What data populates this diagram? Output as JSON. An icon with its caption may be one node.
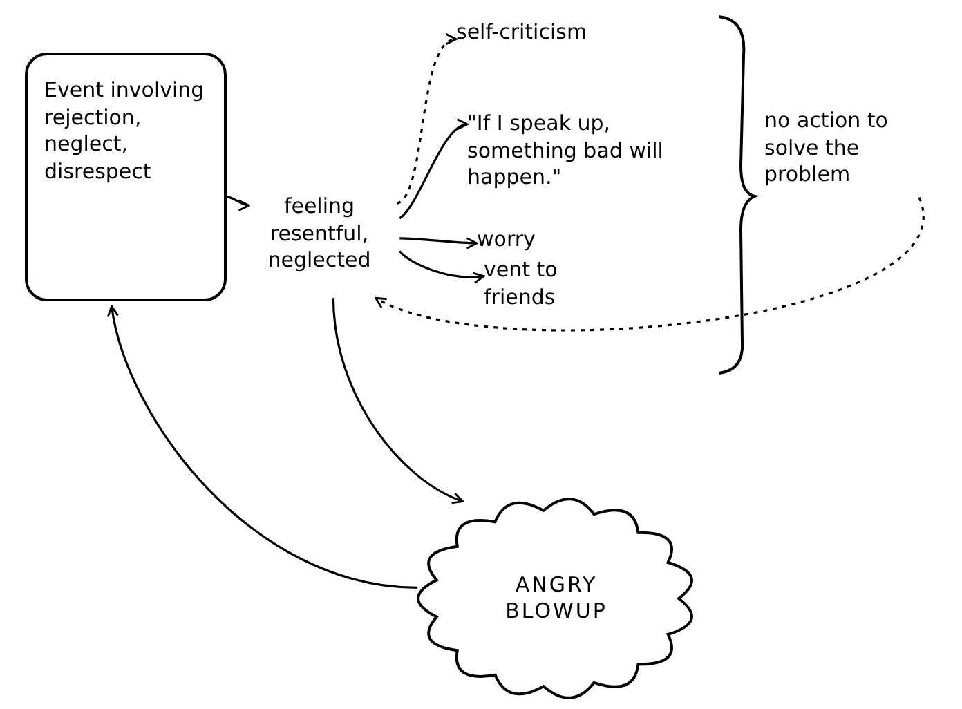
{
  "diagram": {
    "nodes": [
      {
        "text": [
          "Event involving rejection, neglect, disrespect"
        ]
      },
      {
        "text": [
          "feeling resentful, neglected"
        ]
      },
      {
        "text": [
          "self-criticism"
        ]
      },
      {
        "text": [
          "\"If I speak up, something bad will happen.\""
        ]
      },
      {
        "text": [
          "worry"
        ]
      },
      {
        "text": [
          "vent to friends"
        ]
      },
      {
        "text": [
          "no action to solve the problem"
        ]
      },
      {
        "text": [
          "ANGRY BLOWUP"
        ]
      }
    ],
    "edges": [
      {
        "from": 0,
        "to": 1,
        "arrow": "to"
      },
      {
        "from": 1,
        "to": 2,
        "arrow": "to",
        "style": "dashed"
      },
      {
        "from": 1,
        "to": 3,
        "arrow": "to"
      },
      {
        "from": 1,
        "to": 4,
        "arrow": "to"
      },
      {
        "from": 1,
        "to": 5,
        "arrow": "to"
      },
      {
        "from": 6,
        "to": 1,
        "arrow": "to",
        "style": "dashed"
      },
      {
        "from": 1,
        "to": 7,
        "arrow": "to"
      },
      {
        "from": 7,
        "to": 0,
        "arrow": "to"
      }
    ]
  }
}
